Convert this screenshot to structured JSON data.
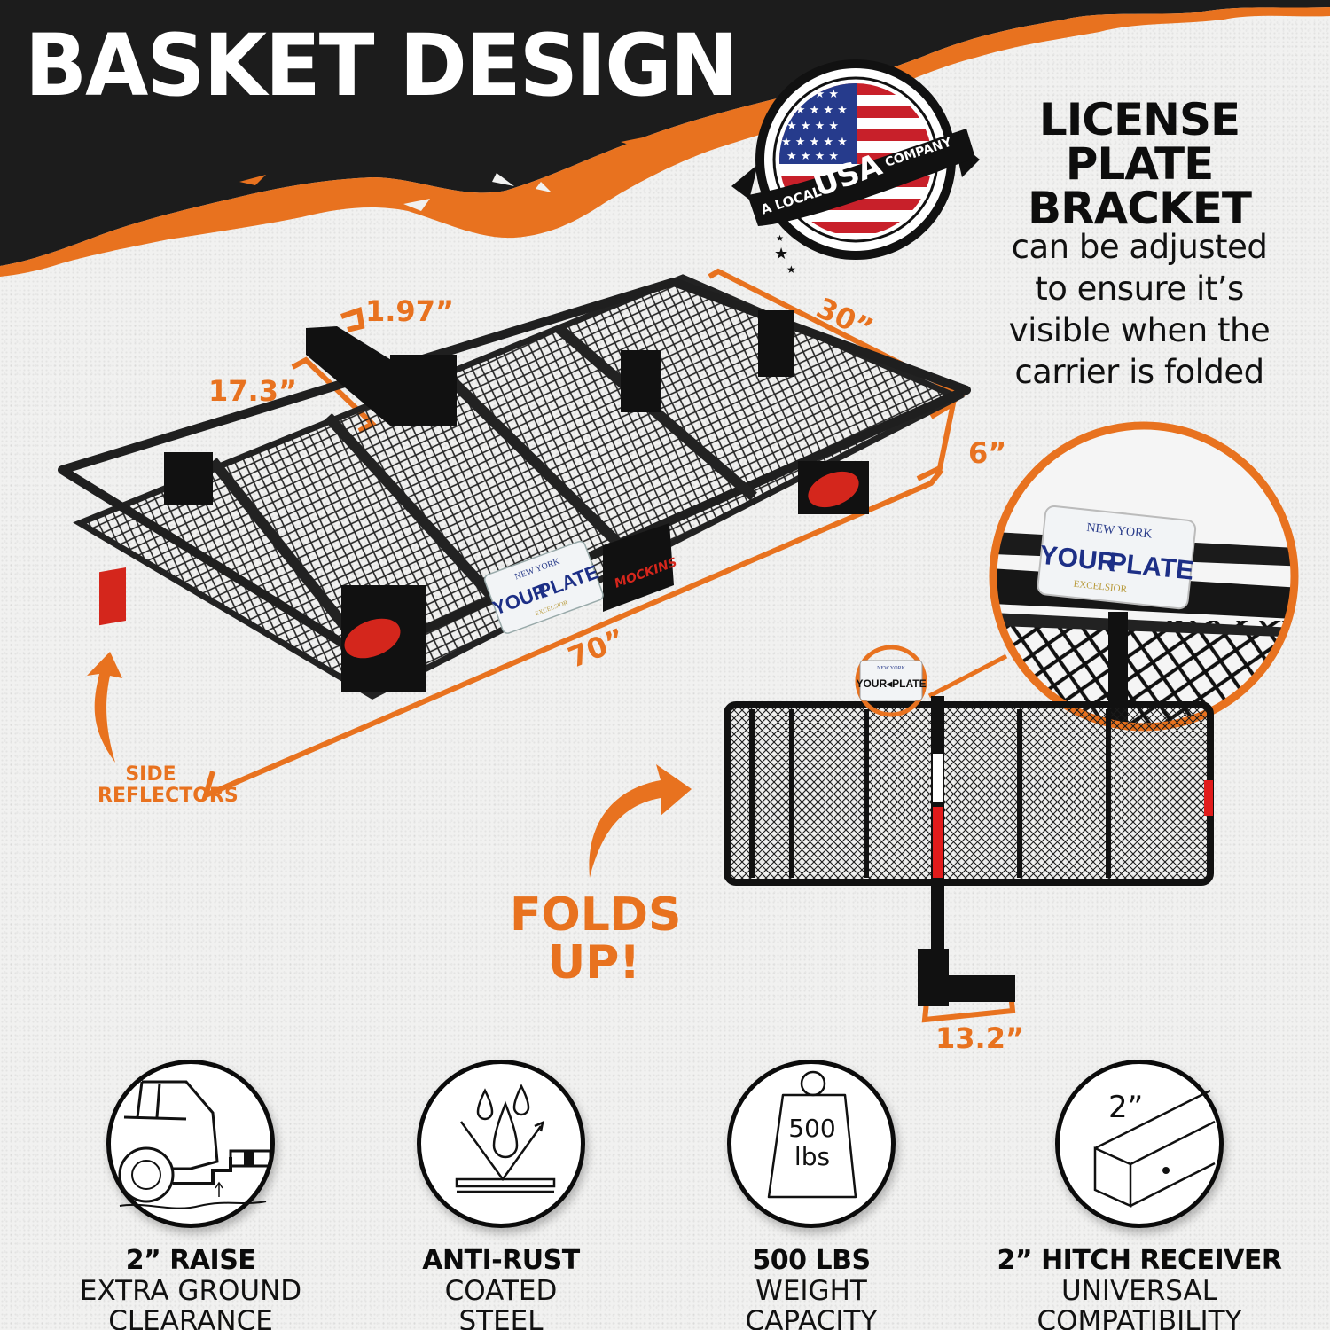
{
  "header": {
    "title": "BASKET DESIGN"
  },
  "badge": {
    "text_left": "A LOCAL",
    "text_main": "USA",
    "text_right": "COMPANY",
    "icon": "usa-flag-icon"
  },
  "license_plate_callout": {
    "heading_lines": [
      "LICENSE",
      "PLATE",
      "BRACKET"
    ],
    "description_lines": [
      "can be adjusted",
      "to ensure it’s",
      "visible when the",
      "carrier is folded"
    ]
  },
  "dimensions": {
    "pin": "1.97”",
    "shank": "17.3”",
    "width": "30”",
    "height": "6”",
    "length": "70”",
    "folded_depth": "13.2”"
  },
  "labels": {
    "side_reflectors_line1": "SIDE",
    "side_reflectors_line2": "REFLECTORS",
    "folds_line1": "FOLDS",
    "folds_line2": "UP!",
    "brand": "MOCKINS"
  },
  "license_plate": {
    "state": "NEW YORK",
    "text": "YOUR",
    "text2": "PLATE",
    "motto": "EXCELSIOR"
  },
  "features": [
    {
      "icon": "raised-hitch-icon",
      "title": "2” RAISE",
      "sub1": "EXTRA GROUND",
      "sub2": "CLEARANCE"
    },
    {
      "icon": "water-drops-icon",
      "title": "ANTI-RUST",
      "sub1": "COATED",
      "sub2": "STEEL"
    },
    {
      "icon": "weight-icon",
      "title": "500 LBS",
      "sub1": "WEIGHT",
      "sub2": "CAPACITY",
      "icon_text1": "500",
      "icon_text2": "lbs"
    },
    {
      "icon": "hitch-receiver-icon",
      "title": "2” HITCH RECEIVER",
      "sub1": "UNIVERSAL",
      "sub2": "COMPATIBILITY",
      "icon_text": "2”"
    }
  ],
  "colors": {
    "accent_orange": "#e8721f",
    "banner_black": "#1c1c1c",
    "background": "#f1f1f0",
    "reflector_red": "#d4261c"
  }
}
